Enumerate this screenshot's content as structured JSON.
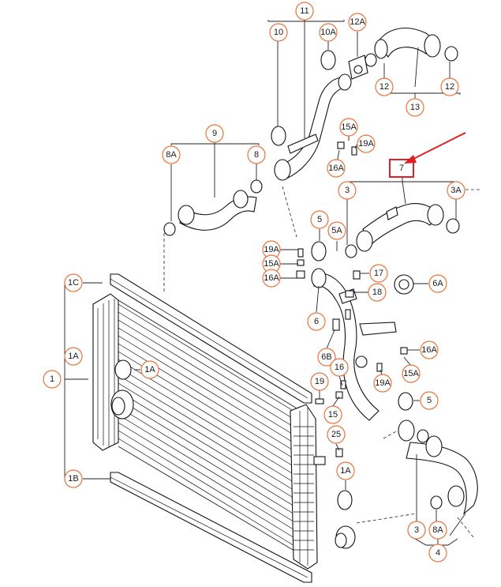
{
  "colors": {
    "label_ring": "#e8743b",
    "highlight": "#e02020",
    "ink": "#111111"
  },
  "labels": {
    "l11": "11",
    "l10": "10",
    "l10A": "10A",
    "l12A": "12A",
    "l12a": "12",
    "l12b": "12",
    "l13": "13",
    "l9": "9",
    "l8A": "8A",
    "l8": "8",
    "l15A_top": "15A",
    "l19A_top": "19A",
    "l16A_top": "16A",
    "l7": "7",
    "l3_top": "3",
    "l3A": "3A",
    "l5_top": "5",
    "l5A": "5A",
    "l19A_mid": "19A",
    "l15A_mid": "15A",
    "l16A_mid": "16A",
    "l17": "17",
    "l6A": "6A",
    "l18": "18",
    "l1C": "1C",
    "l1A_left": "1A",
    "l1A_inner": "1A",
    "l1": "1",
    "l6": "6",
    "l6B": "6B",
    "l16A_right": "16A",
    "l15A_right": "15A",
    "l19A_right": "19A",
    "l16": "16",
    "l19": "19",
    "l15": "15",
    "l5_right": "5",
    "l25": "25",
    "l1A_bottom": "1A",
    "l1B": "1B",
    "l3_bottom": "3",
    "l8A_bottom": "8A",
    "l4": "4"
  }
}
